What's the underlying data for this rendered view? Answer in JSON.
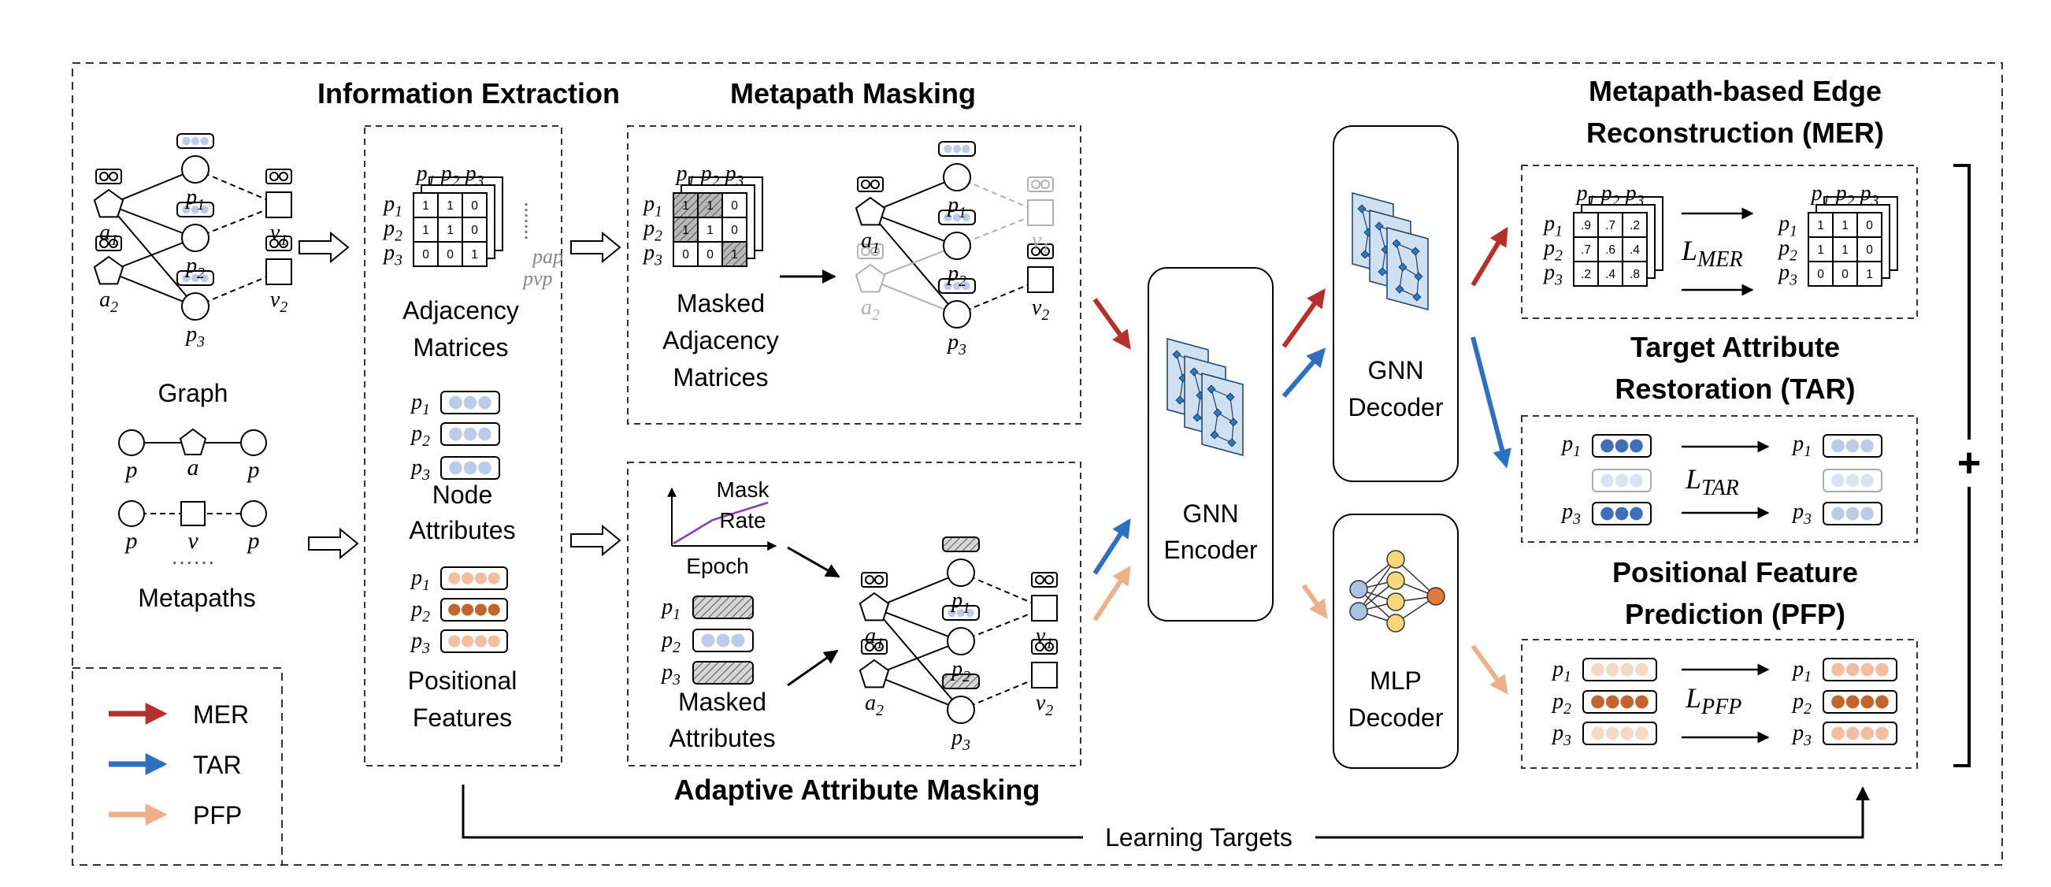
{
  "sections": {
    "info_extraction": "Information Extraction",
    "metapath_masking": "Metapath Masking",
    "adaptive_masking": "Adaptive Attribute Masking",
    "mer_title_1": "Metapath-based Edge",
    "mer_title_2": "Reconstruction (MER)",
    "tar_title_1": "Target Attribute",
    "tar_title_2": "Restoration (TAR)",
    "pfp_title_1": "Positional Feature",
    "pfp_title_2": "Prediction (PFP)"
  },
  "graph": {
    "label": "Graph",
    "metapaths_label": "Metapaths",
    "nodes": {
      "p1": "p",
      "p1_sub": "1",
      "p2": "p",
      "p2_sub": "2",
      "p3": "p",
      "p3_sub": "3",
      "a1": "a",
      "a1_sub": "1",
      "a2": "a",
      "a2_sub": "2",
      "v1": "v",
      "v1_sub": "1",
      "v2": "v",
      "v2_sub": "2"
    },
    "metapath_pap": [
      "p",
      "a",
      "p"
    ],
    "metapath_pvp": [
      "p",
      "v",
      "p"
    ],
    "more": "······"
  },
  "extraction": {
    "adjacency_label_1": "Adjacency",
    "adjacency_label_2": "Matrices",
    "node_attr_label_1": "Node",
    "node_attr_label_2": "Attributes",
    "pos_feat_label_1": "Positional",
    "pos_feat_label_2": "Features",
    "matrix": [
      [
        "1",
        "1",
        "0"
      ],
      [
        "1",
        "1",
        "0"
      ],
      [
        "0",
        "0",
        "1"
      ]
    ],
    "pap": "pap",
    "pvp": "pvp"
  },
  "masking": {
    "masked_adj_1": "Masked",
    "masked_adj_2": "Adjacency",
    "masked_adj_3": "Matrices",
    "masked_matrix": [
      [
        "1",
        "1",
        "0"
      ],
      [
        "1",
        "1",
        "0"
      ],
      [
        "0",
        "0",
        "1"
      ]
    ],
    "mask_label": "Mask",
    "rate_label": "Rate",
    "epoch_label": "Epoch",
    "masked_attr_1": "Masked",
    "masked_attr_2": "Attributes"
  },
  "models": {
    "encoder_1": "GNN",
    "encoder_2": "Encoder",
    "gnn_decoder_1": "GNN",
    "gnn_decoder_2": "Decoder",
    "mlp_decoder_1": "MLP",
    "mlp_decoder_2": "Decoder"
  },
  "mer": {
    "pred_matrix": [
      [
        ".9",
        ".7",
        ".2"
      ],
      [
        ".7",
        ".6",
        ".4"
      ],
      [
        ".2",
        ".4",
        ".8"
      ]
    ],
    "target_matrix": [
      [
        "1",
        "1",
        "0"
      ],
      [
        "1",
        "1",
        "0"
      ],
      [
        "0",
        "0",
        "1"
      ]
    ],
    "loss": "L",
    "loss_sub": "MER"
  },
  "tar": {
    "loss": "L",
    "loss_sub": "TAR"
  },
  "pfp": {
    "loss": "L",
    "loss_sub": "PFP"
  },
  "plus": "+",
  "learning_targets": "Learning Targets",
  "legend": [
    {
      "label": "MER",
      "color": "#b5302a"
    },
    {
      "label": "TAR",
      "color": "#2e6fbf"
    },
    {
      "label": "PFP",
      "color": "#eeb08a"
    }
  ],
  "colors": {
    "node_attr_fill": "#bccbea",
    "node_attr_dark": "#3f6fb8",
    "node_attr_faded": "#dbe3f3",
    "pos_light": "#f1bf9f",
    "pos_dark": "#c2642c",
    "pos_faded": "#f6d8c4",
    "mlp_in": "#a9c4e2",
    "mlp_hidden": "#f6d77a",
    "mlp_out": "#e07a3a",
    "gnn_layer": "#cfe0f0",
    "gnn_node": "#2b7bc0",
    "gray": "#b0b0b0"
  }
}
